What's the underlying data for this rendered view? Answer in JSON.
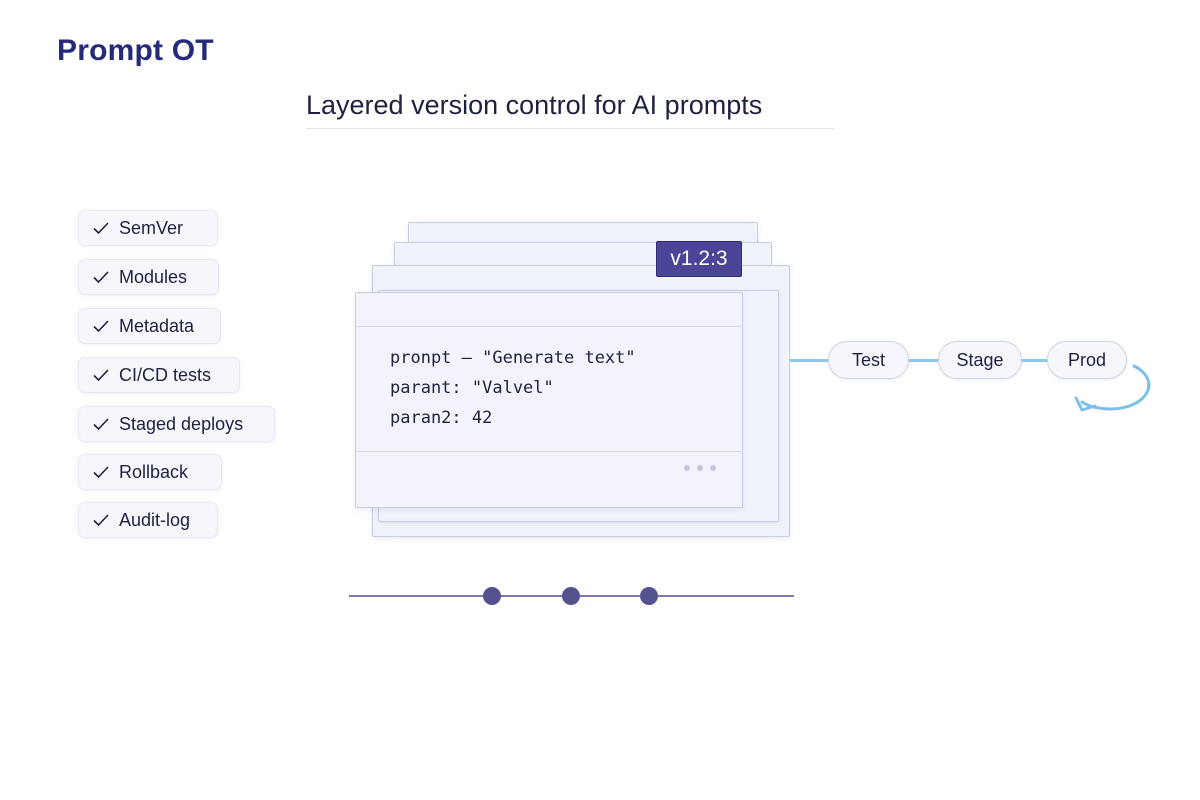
{
  "brand": {
    "logo_text": "Prompt OT"
  },
  "heading": {
    "title": "Layered version control for AI prompts"
  },
  "features": [
    {
      "label": "SemVer"
    },
    {
      "label": "Modules"
    },
    {
      "label": "Metadata"
    },
    {
      "label": "CI/CD tests"
    },
    {
      "label": "Staged deploys"
    },
    {
      "label": "Rollback"
    },
    {
      "label": "Audit-log"
    }
  ],
  "prompt_card": {
    "version_badge": "v1.2:3",
    "code_lines": [
      "pronpt – \"Generate text\"",
      "parant: \"Valvel\"",
      "paran2: 42"
    ],
    "more_icon": "ellipsis-icon"
  },
  "pipeline": {
    "stages": [
      {
        "label": "Test"
      },
      {
        "label": "Stage"
      },
      {
        "label": "Prod"
      }
    ],
    "loop_icon": "curved-return-arrow-icon",
    "accent_color": "#90c8ea"
  },
  "timeline": {
    "markers": 3,
    "color": "#4f4f8f"
  },
  "colors": {
    "brand": "#262a78",
    "badge": "#4a4596",
    "card_bg": "#f3f4fb",
    "card_border": "#c9cde2"
  }
}
